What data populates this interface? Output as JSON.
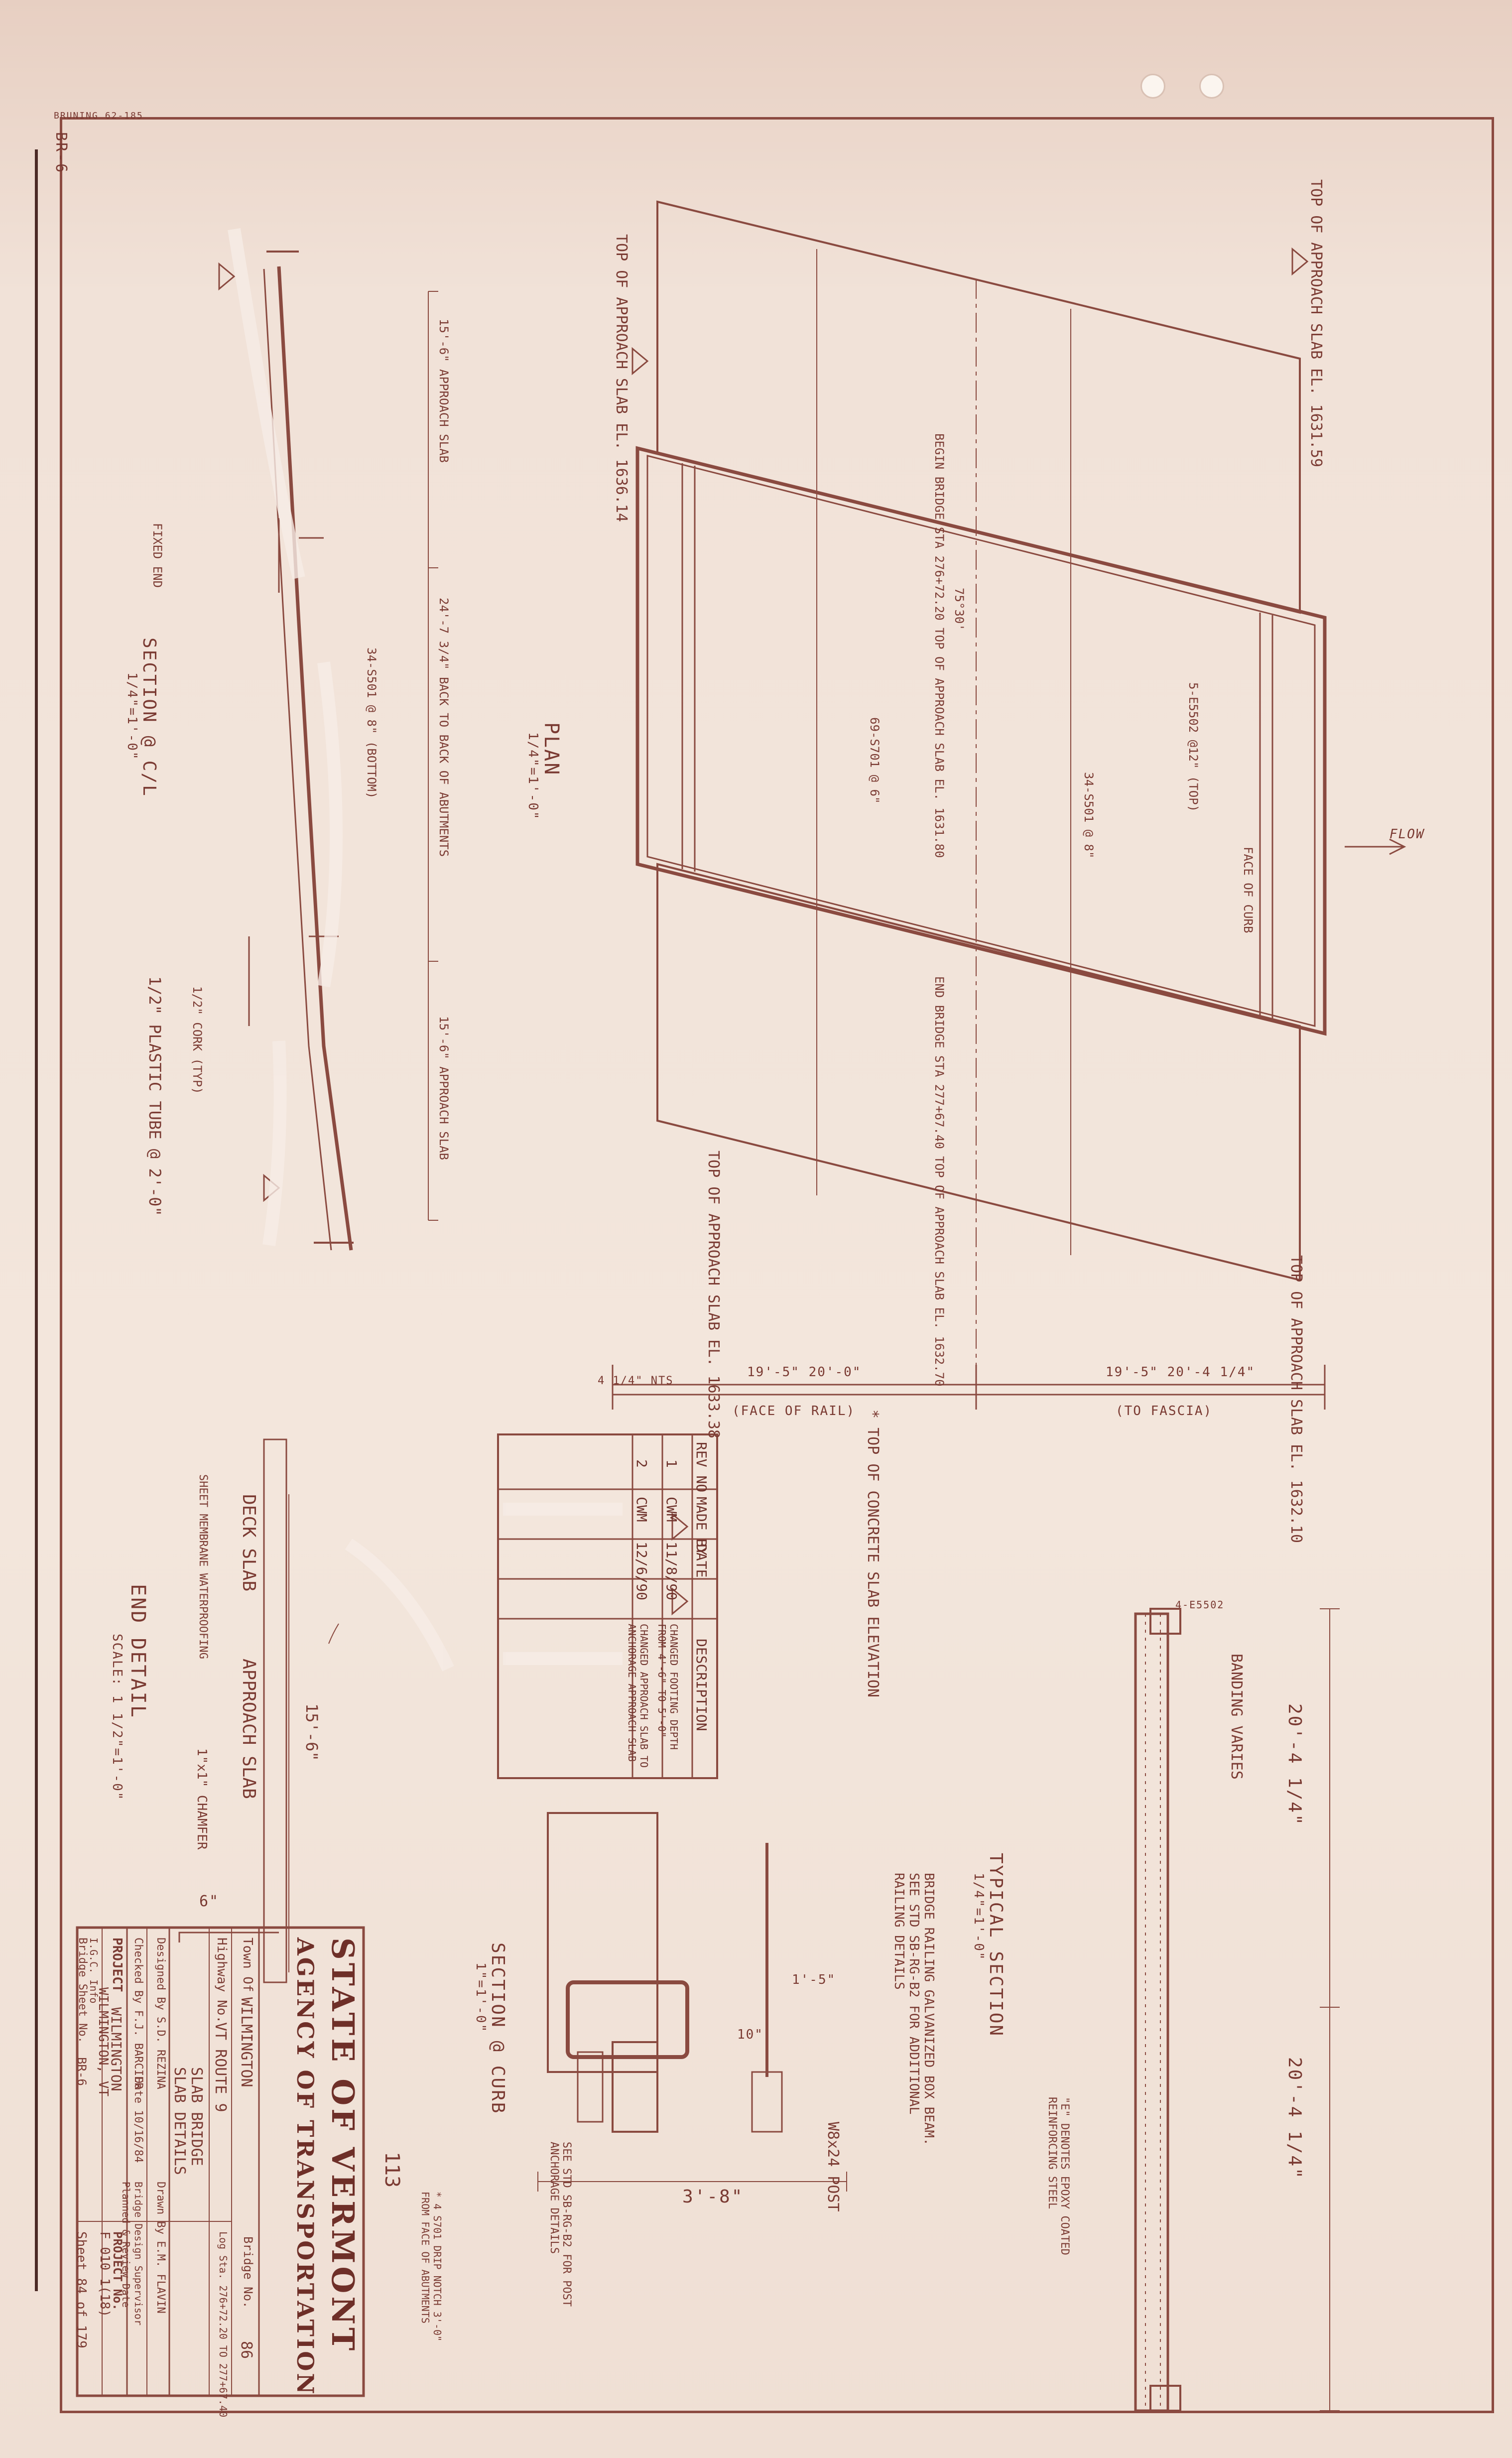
{
  "stamp": "BRUNING 62-185",
  "sheet_id": "BR-6",
  "plan": {
    "title": "PLAN",
    "scale": "1/4\"=1'-0\"",
    "top_approach_slab_left": "TOP OF APPROACH SLAB EL. 1636.14",
    "top_approach_slab_right": "TOP OF APPROACH SLAB EL. 1631.59",
    "bottom_approach_slab_left": "TOP OF APPROACH SLAB EL. 1633.38",
    "bottom_approach_slab_right": "TOP OF APPROACH SLAB EL. 1632.10",
    "begin_bridge": "BEGIN BRIDGE STA 276+72.20 TOP OF APPROACH SLAB EL. 1631.80",
    "end_bridge": "END BRIDGE STA 277+67.40 TOP OF APPROACH SLAB EL. 1632.70",
    "flow": "FLOW",
    "face_of_rail": "(FACE OF RAIL)",
    "to_fascia": "(TO FASCIA)",
    "dim_left": "19'-5\"  20'-0\"",
    "dim_right": "19'-5\"  20'-4 1/4\"",
    "nts": "4 1/4\" NTS",
    "note": "* TOP OF CONCRETE SLAB ELEVATION",
    "rebar_1": "34-S501 @ 8\"",
    "rebar_2": "69-S701 @ 6\"",
    "rebar_3": "5-E5502 @12\" (TOP)",
    "face_of_curb": "FACE OF CURB",
    "angle": "75°30'"
  },
  "section_cl": {
    "title": "SECTION @ C/L",
    "scale": "1/4\"=1'-0\"",
    "approach_slab_left": "15'-6\" APPROACH SLAB",
    "approach_slab_right": "15'-6\" APPROACH SLAB",
    "back_to_back": "24'-7 3/4\" BACK TO BACK OF ABUTMENTS",
    "bottom_bars": "34-S501 @ 8\" (BOTTOM)",
    "fixed_end": "FIXED END",
    "plastic_tube": "1/2\" PLASTIC TUBE @ 2'-0\"",
    "cork": "1/2\" CORK (TYP)"
  },
  "end_detail": {
    "title": "END DETAIL",
    "scale": "SCALE: 1 1/2\"=1'-0\"",
    "deck_slab": "DECK SLAB",
    "approach_slab": "APPROACH SLAB",
    "membrane": "SHEET MEMBRANE WATERPROOFING",
    "chamfer": "1\"x1\" CHAMFER",
    "dim_length": "15'-6\"",
    "dim_width": "6\""
  },
  "revisions": {
    "headers": [
      "REV NO",
      "MADE BY",
      "DATE",
      "DESCRIPTION"
    ],
    "rows": [
      [
        "1",
        "CWM",
        "11/8/90",
        "CHANGED FOOTING DEPTH FROM 4'-6\" TO 5'-0\""
      ],
      [
        "2",
        "CWM",
        "12/6/90",
        "CHANGED APPROACH SLAB TO ANCHORAGE APPROACH SLAB"
      ]
    ]
  },
  "typical_section": {
    "title": "TYPICAL SECTION",
    "scale": "1/4\"=1'-0\"",
    "dim_left": "20'-4 1/4\"",
    "dim_right": "20'-4 1/4\"",
    "note": "\"E\" DENOTES EPOXY COATED REINFORCING STEEL",
    "banding": "BANDING VARIES",
    "bridge_railing": "BRIDGE RAILING GALVANIZED BOX BEAM. SEE STD SB-RG-B2 FOR ADDITIONAL RAILING DETAILS",
    "bar": "4-E5502"
  },
  "section_curb": {
    "title": "SECTION @ CURB",
    "scale": "1\"=1'-0\"",
    "post": "W8x24 POST",
    "std": "SEE STD SB-RG-B2 FOR POST ANCHORAGE DETAILS",
    "dim_total": "3'-8\"",
    "dim_a": "1'-5\"",
    "dim_b": "10\"",
    "note": "* 4 S701 DRIP NOTCH 3'-0\" FROM FACE OF ABUTMENTS"
  },
  "title_block": {
    "state": "STATE OF VERMONT",
    "agency": "AGENCY OF TRANSPORTATION",
    "town_label": "Town Of",
    "town": "WILMINGTON",
    "bridge_no_label": "Bridge No.",
    "bridge_no": "86",
    "highway_label": "Highway No.",
    "highway": "VT ROUTE 9",
    "log_sta": "Log Sta. 276+72.20 TO 277+67.40",
    "drawing_title_1": "SLAB BRIDGE",
    "drawing_title_2": "SLAB DETAILS",
    "designed_by": "Designed By  S.D. REZINA",
    "drawn_by": "Drawn By  E.M. FLAVIN",
    "checked_by": "Checked By  F.J. BARCIER",
    "date": "Date 10/16/84",
    "supervisor": "Bridge Design Supervisor",
    "approved": "Planned & Review Date",
    "project_label": "PROJECT",
    "project": "WILMINGTON",
    "project_no_label": "PROJECT No.",
    "project_no": "F 010 1(18)",
    "location": "WILMINGTON, VT",
    "sheet_label": "Bridge Sheet No.",
    "sheet_no": "BR-6",
    "sheet_of": "Sheet 84 of 179",
    "gc_info": "I.G.C. Info"
  },
  "page_mark": "113"
}
